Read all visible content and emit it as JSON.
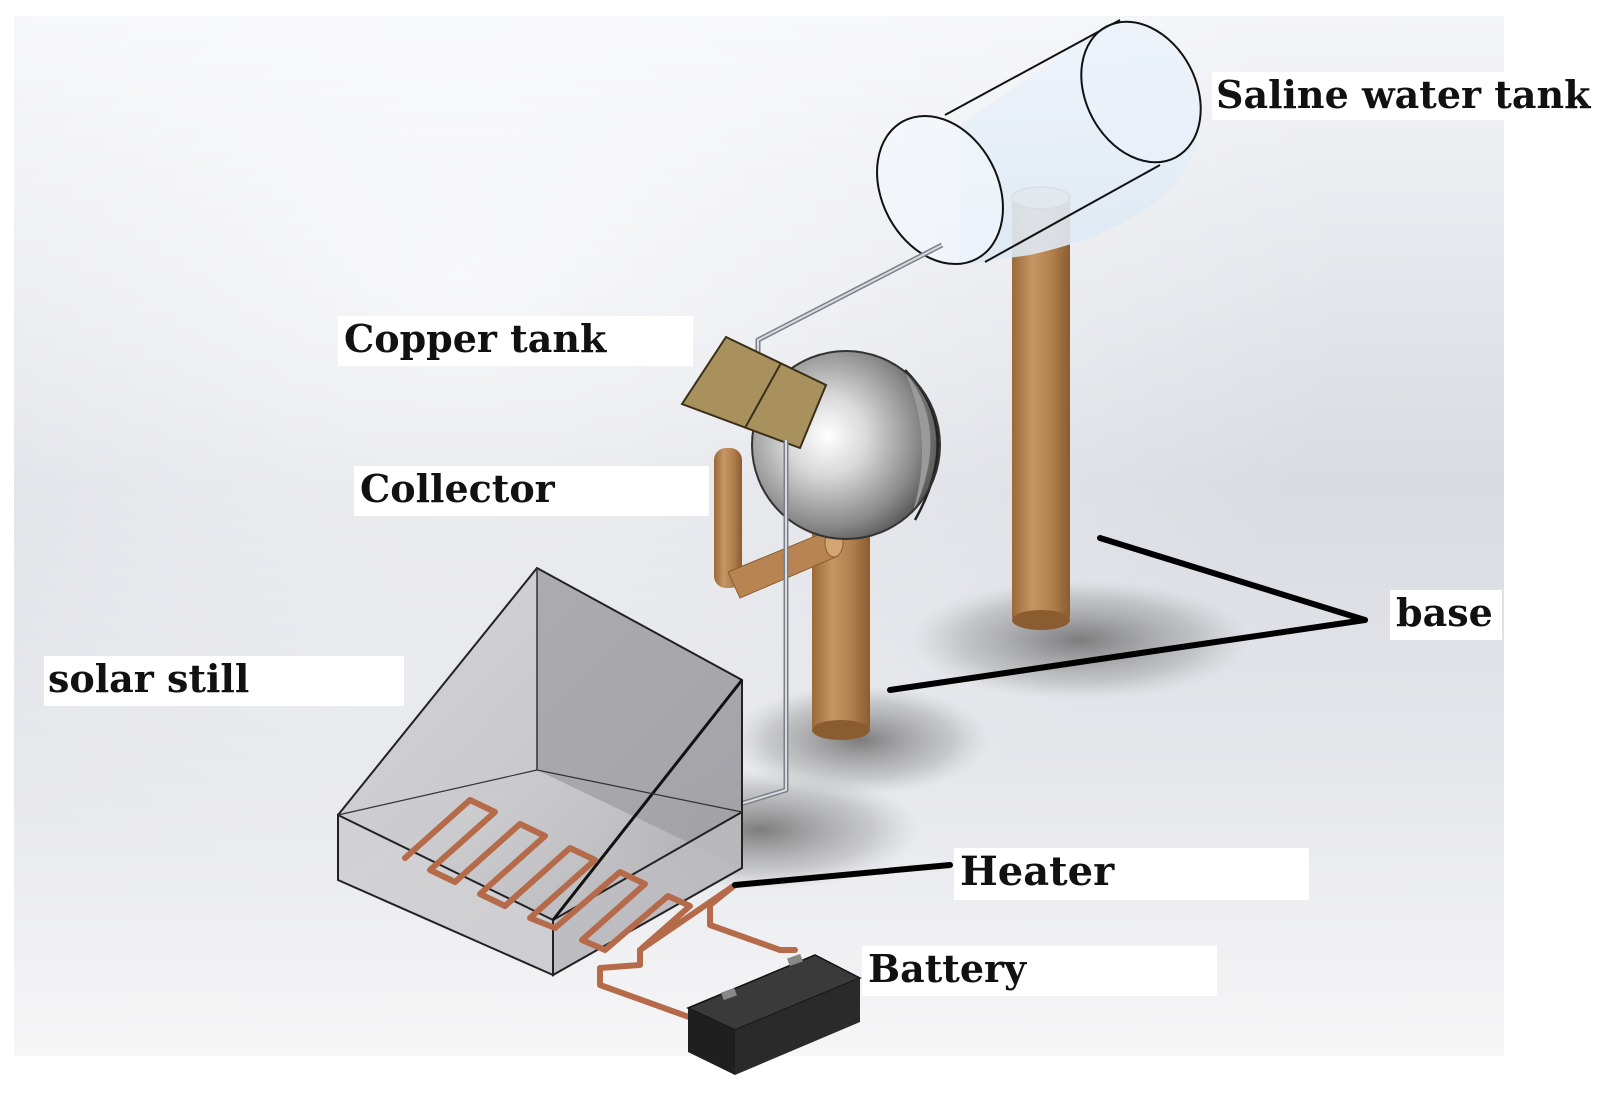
{
  "labels": {
    "saline_water_tank": "Saline water tank",
    "copper_tank": "Copper tank",
    "collector": "Collector",
    "solar_still": "solar still",
    "base": "base",
    "heater": "Heater",
    "battery": "Battery"
  },
  "colors": {
    "base_pipe": "#b07e4c",
    "copper_tank": "#a8915c",
    "collector_sphere": "#c8c8c8",
    "heater_coil": "#b56a4a",
    "battery": "#222222",
    "leader_line": "#000000"
  }
}
